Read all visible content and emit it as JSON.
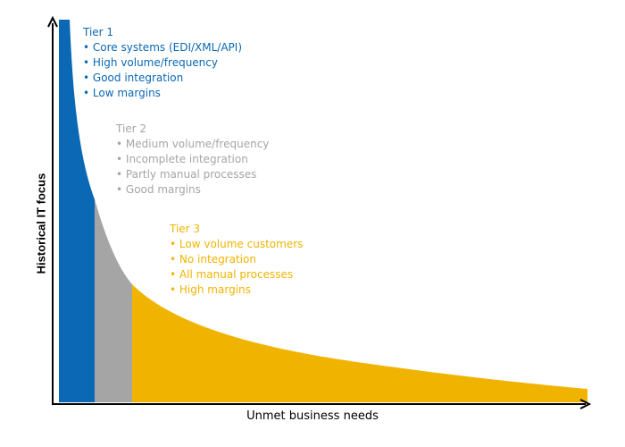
{
  "colors": {
    "tier1": "#0b68b4",
    "tier2": "#a5a5a5",
    "tier3": "#f0b400",
    "axis": "#000000"
  },
  "axes": {
    "x_label": "Unmet business needs",
    "y_label": "Historical IT focus"
  },
  "tiers": [
    {
      "title": "Tier 1",
      "items": [
        "Core systems (EDI/XML/API)",
        "High volume/frequency",
        "Good integration",
        "Low margins"
      ]
    },
    {
      "title": "Tier 2",
      "items": [
        "Medium volume/frequency",
        "Incomplete integration",
        "Partly manual processes",
        "Good margins"
      ]
    },
    {
      "title": "Tier 3",
      "items": [
        "Low volume customers",
        "No integration",
        "All manual processes",
        "High margins"
      ]
    }
  ]
}
